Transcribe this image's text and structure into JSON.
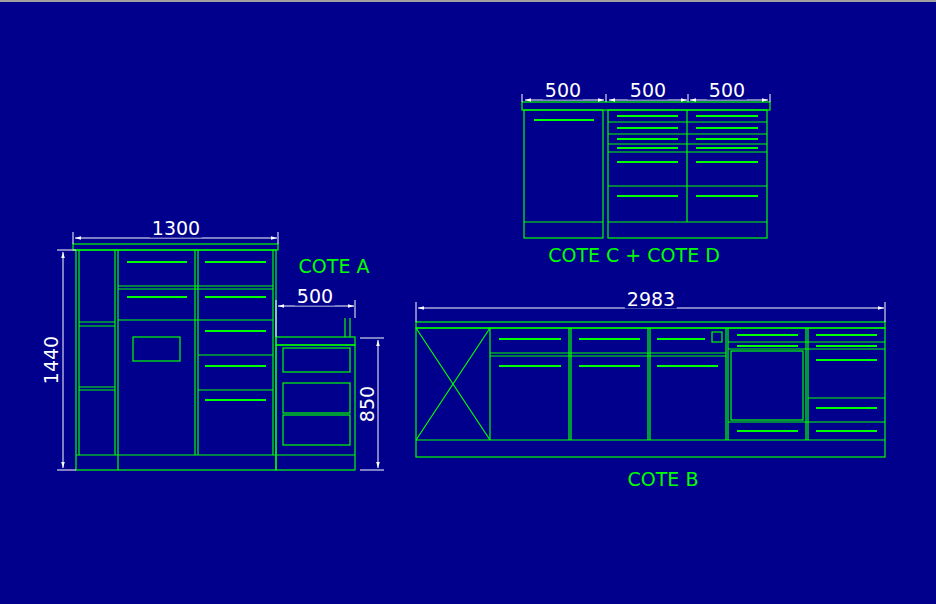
{
  "diagram": {
    "labels": [
      "500",
      "500",
      "500",
      "COTE C + COTE D",
      "1300",
      "COTE A",
      "500",
      "1440",
      "850",
      "2983",
      "COTE B"
    ]
  }
}
